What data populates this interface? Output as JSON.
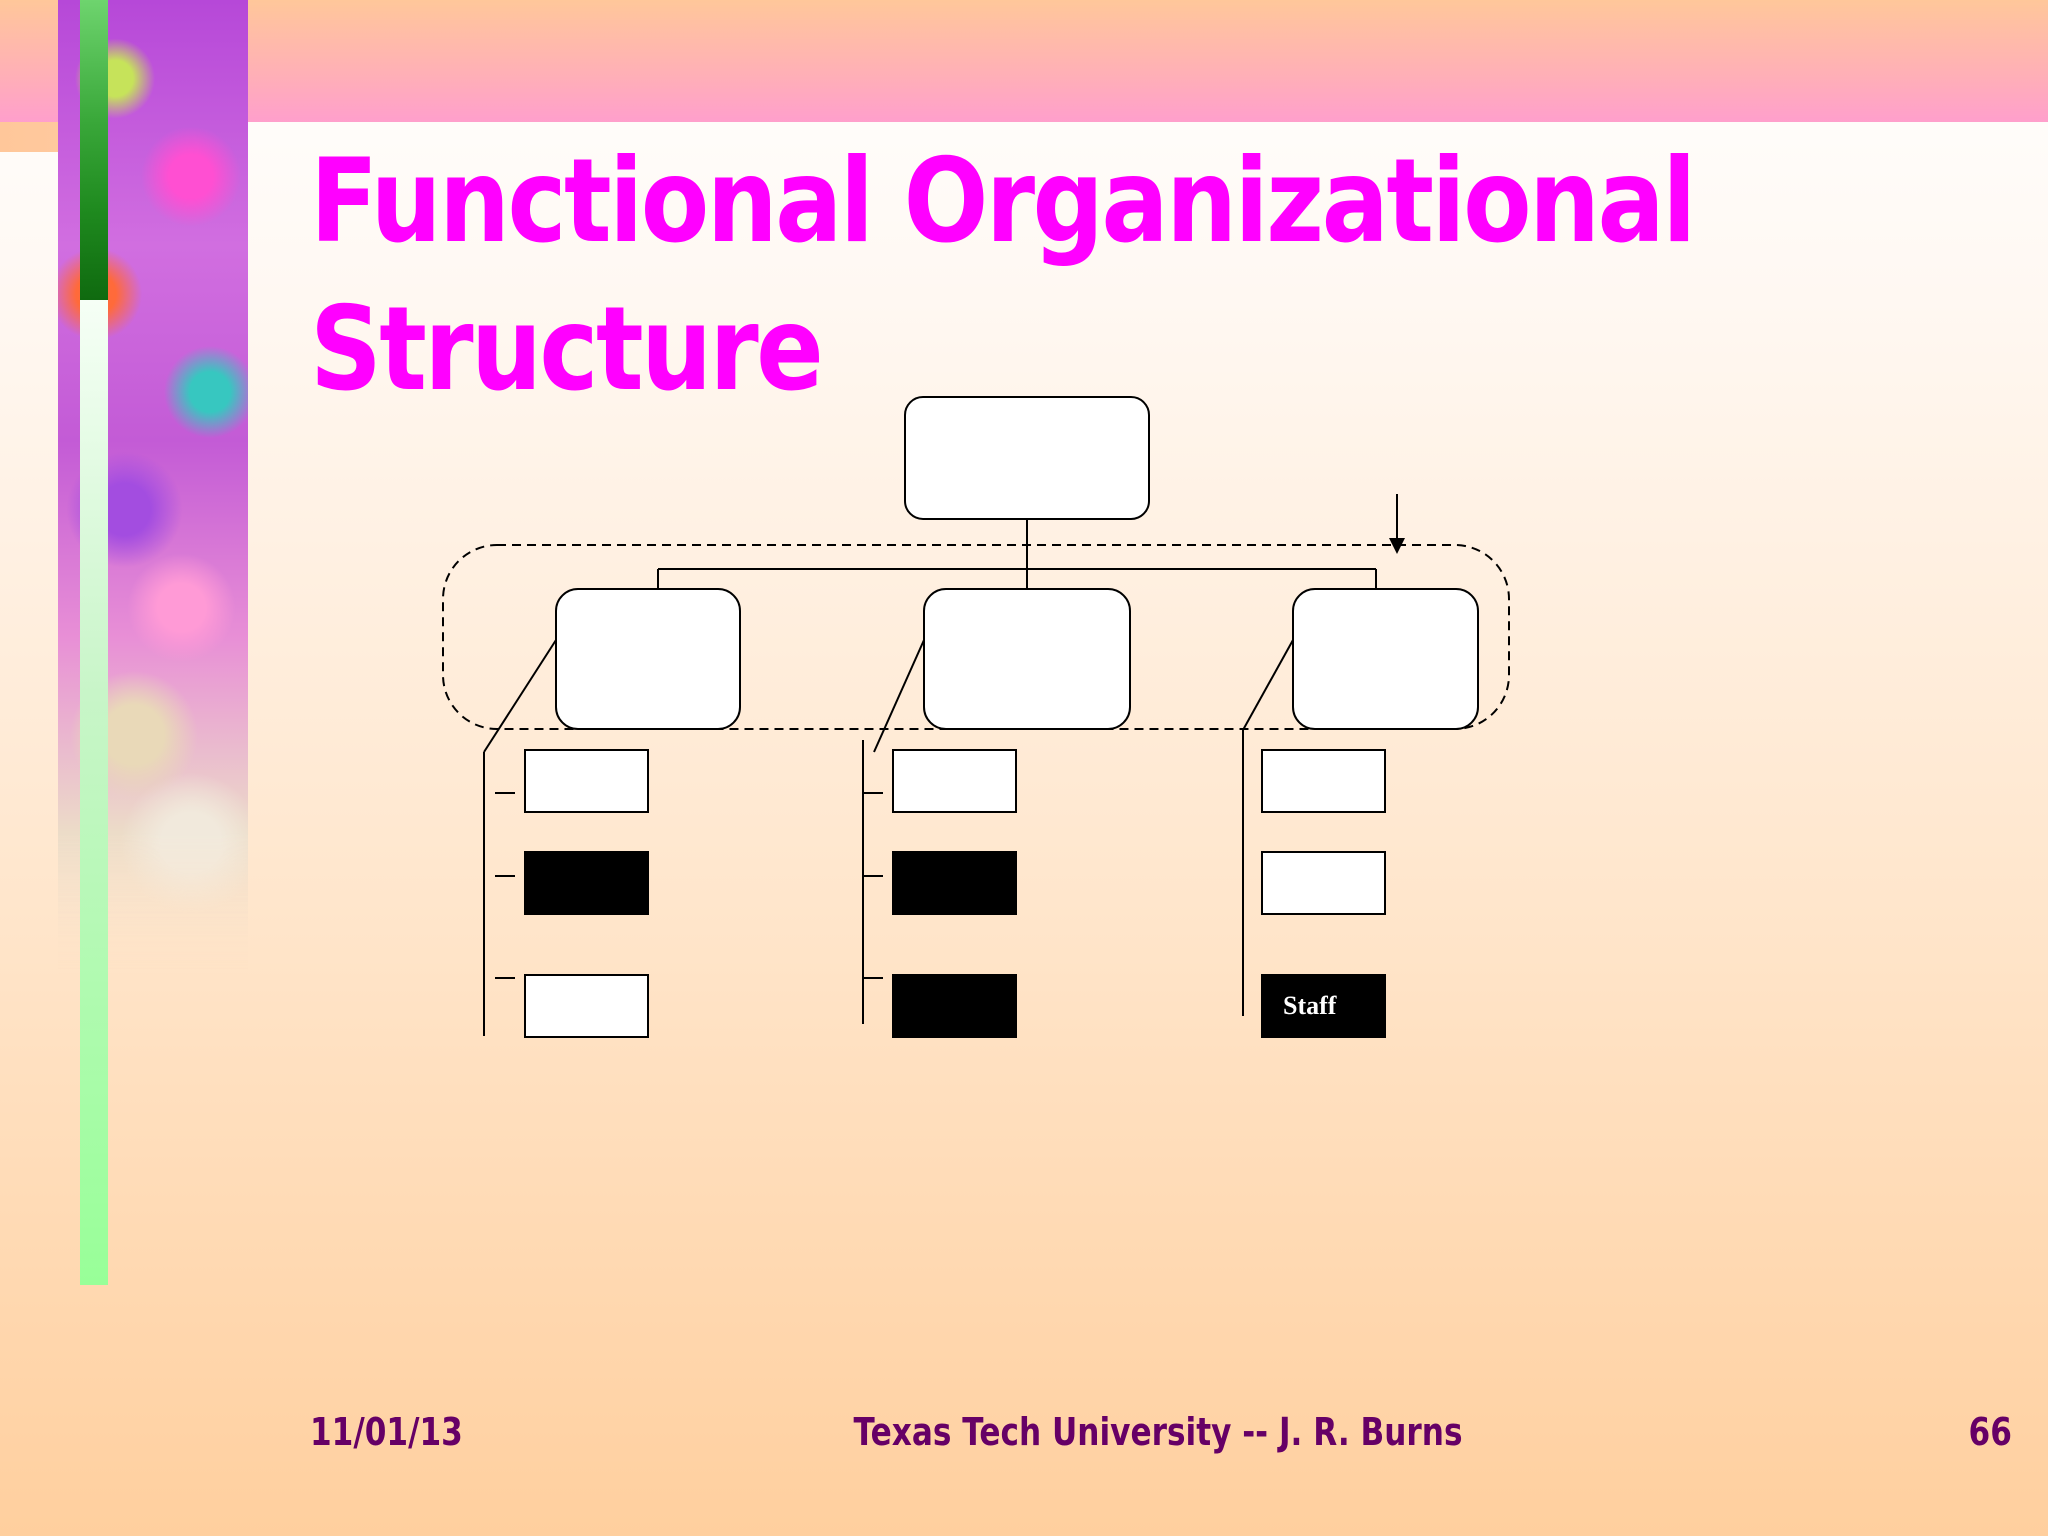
{
  "slide": {
    "title_line1": "Functional Organizational",
    "title_line2": "Structure"
  },
  "org_chart": {
    "staff_label": "Staff"
  },
  "footer": {
    "date": "11/01/13",
    "center": "Texas Tech University -- J. R. Burns",
    "page_number": "66"
  },
  "colors": {
    "title": "#ff00ff",
    "footer_text": "#660066"
  }
}
